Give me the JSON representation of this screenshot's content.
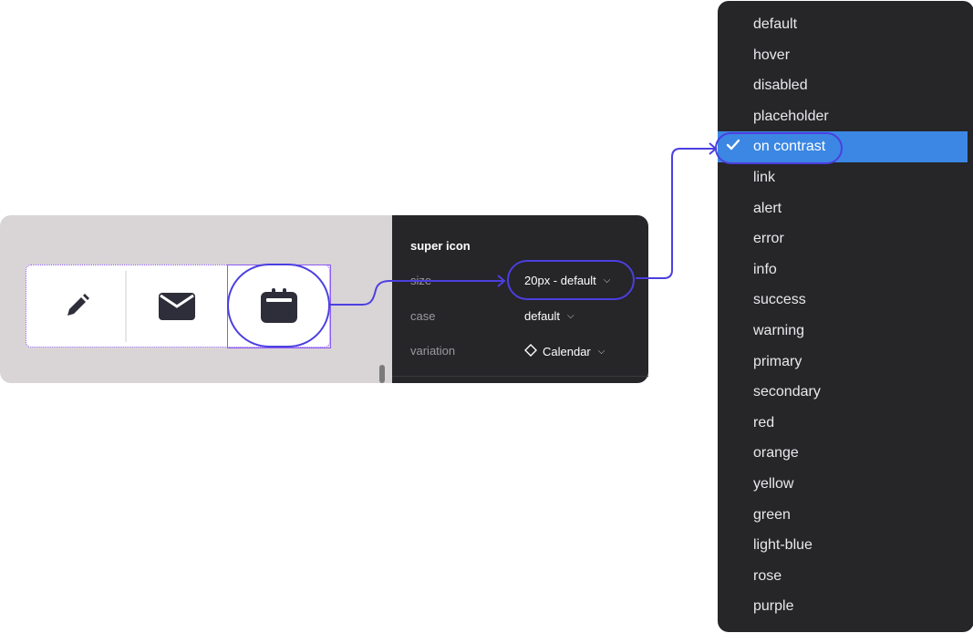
{
  "panel": {
    "title": "super icon",
    "props": [
      {
        "label": "size",
        "value": "20px - default"
      },
      {
        "label": "case",
        "value": "default"
      },
      {
        "label": "variation",
        "value": "Calendar"
      }
    ]
  },
  "icons": [
    "pencil-icon",
    "envelope-icon",
    "calendar-icon"
  ],
  "dropdown": {
    "items": [
      "default",
      "hover",
      "disabled",
      "placeholder",
      "on contrast",
      "link",
      "alert",
      "error",
      "info",
      "success",
      "warning",
      "primary",
      "secondary",
      "red",
      "orange",
      "yellow",
      "green",
      "light-blue",
      "rose",
      "purple"
    ],
    "selected": "on contrast"
  },
  "colors": {
    "accent": "#4b3fe0",
    "selection": "#8d5cf0",
    "highlight": "#3b87e3",
    "panel_bg": "#262528",
    "canvas_bg": "#d9d4d6",
    "icon": "#2e2d3a"
  }
}
